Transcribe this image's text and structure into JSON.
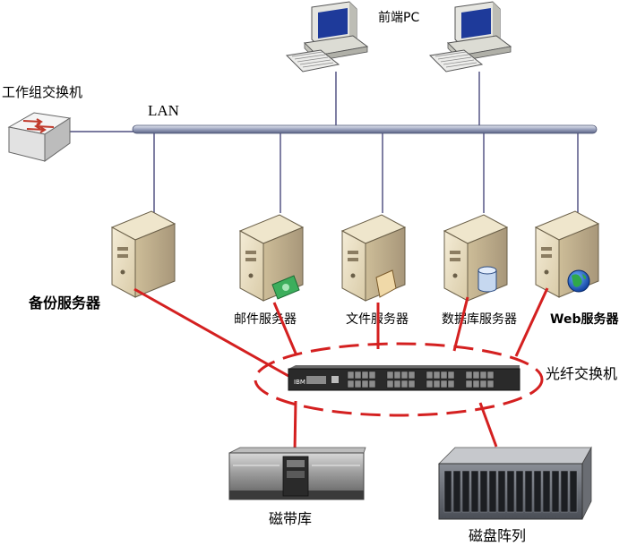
{
  "labels": {
    "front_pc": "前端PC",
    "workgroup_switch": "工作组交换机",
    "lan": "LAN",
    "backup_server": "备份服务器",
    "mail_server": "邮件服务器",
    "file_server": "文件服务器",
    "db_server": "数据库服务器",
    "web_server": "Web服务器",
    "fiber_switch": "光纤交换机",
    "tape_library": "磁带库",
    "disk_array": "磁盘阵列",
    "switch_brand": "IBM"
  },
  "colors": {
    "san_link": "#d42020",
    "lan_link": "#2a2a66",
    "server_body": "#e8dcc0",
    "server_side": "#c8b898"
  }
}
